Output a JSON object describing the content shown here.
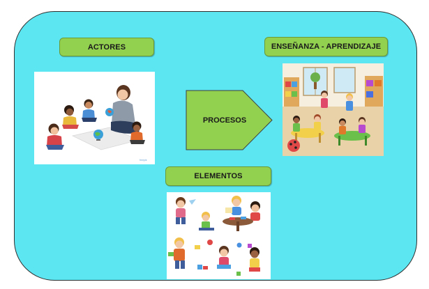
{
  "labels": {
    "actores": "ACTORES",
    "ensenanza": "ENSEÑANZA - APRENDIZAJE",
    "procesos": "PROCESOS",
    "elementos": "ELEMENTOS"
  },
  "colors": {
    "panel": "#5ce6f2",
    "label_fill": "#92d050",
    "arrow_fill": "#92d050"
  },
  "images": {
    "actores": "children-with-teacher-illustration",
    "ensenanza": "classroom-activities-illustration",
    "elementos": "children-learning-materials-illustration"
  }
}
